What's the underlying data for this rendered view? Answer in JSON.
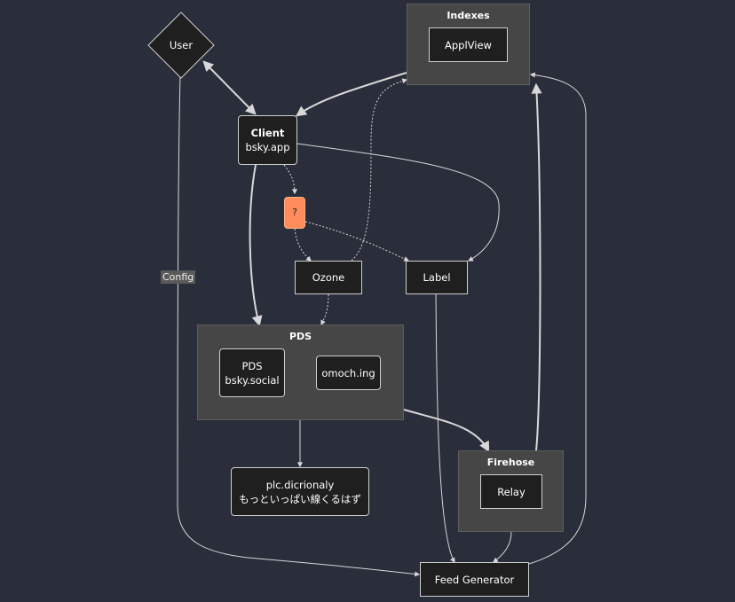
{
  "clusters": {
    "indexes": "Indexes",
    "pds": "PDS",
    "firehose": "Firehose"
  },
  "nodes": {
    "user": "User",
    "appview": "ApplView",
    "client_title": "Client",
    "client_sub": "bsky.app",
    "question": "?",
    "ozone": "Ozone",
    "label": "Label",
    "pds_title": "PDS",
    "pds_sub": "bsky.social",
    "omoch": "omoch.ing",
    "plc_title": "plc.dicrionaly",
    "plc_sub": "もっといっぱい線くるはず",
    "relay": "Relay",
    "feed": "Feed Generator"
  },
  "edge_labels": {
    "config": "Config"
  },
  "colors": {
    "background": "#2a2d3a",
    "cluster": "#464646",
    "node": "#1f1f1f",
    "accent": "#ff8c5a"
  }
}
